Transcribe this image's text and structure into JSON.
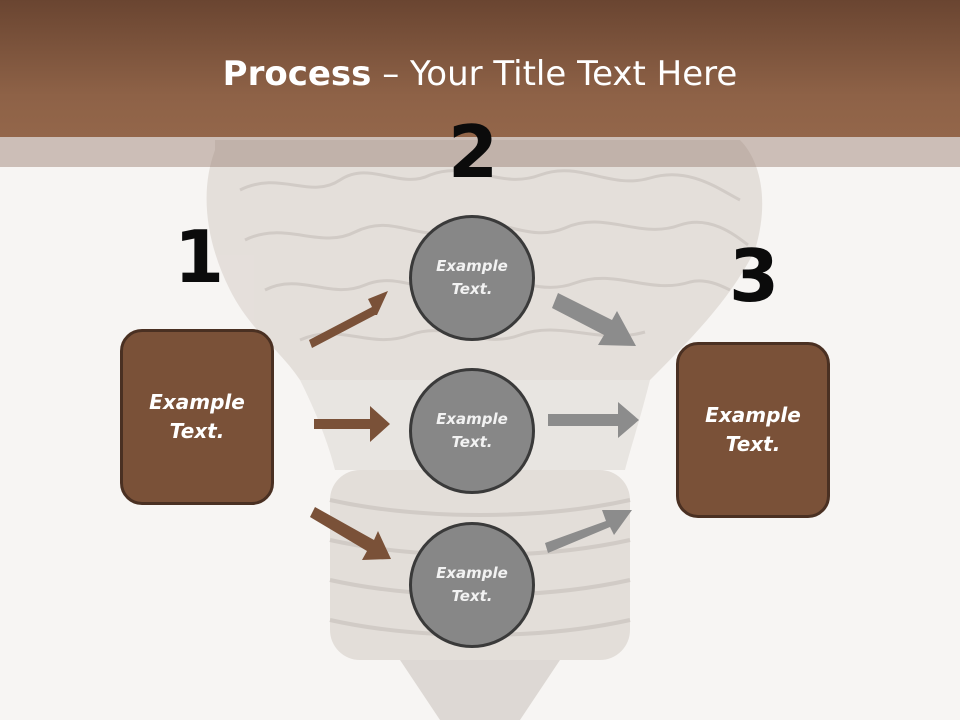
{
  "title": {
    "strong": "Process",
    "dash": " – ",
    "rest": "Your Title Text Here"
  },
  "step_numbers": [
    "1",
    "2",
    "3"
  ],
  "left_box": {
    "text": "Example Text."
  },
  "right_box": {
    "text": "Example Text."
  },
  "circles": [
    {
      "text": "Example Text."
    },
    {
      "text": "Example Text."
    },
    {
      "text": "Example Text."
    }
  ],
  "colors": {
    "brown": "#7a5138",
    "brown_arrow": "#7a5138",
    "gray_circle": "#878787",
    "gray_arrow": "#8c8c8c",
    "title_bar": "#8e6247"
  }
}
